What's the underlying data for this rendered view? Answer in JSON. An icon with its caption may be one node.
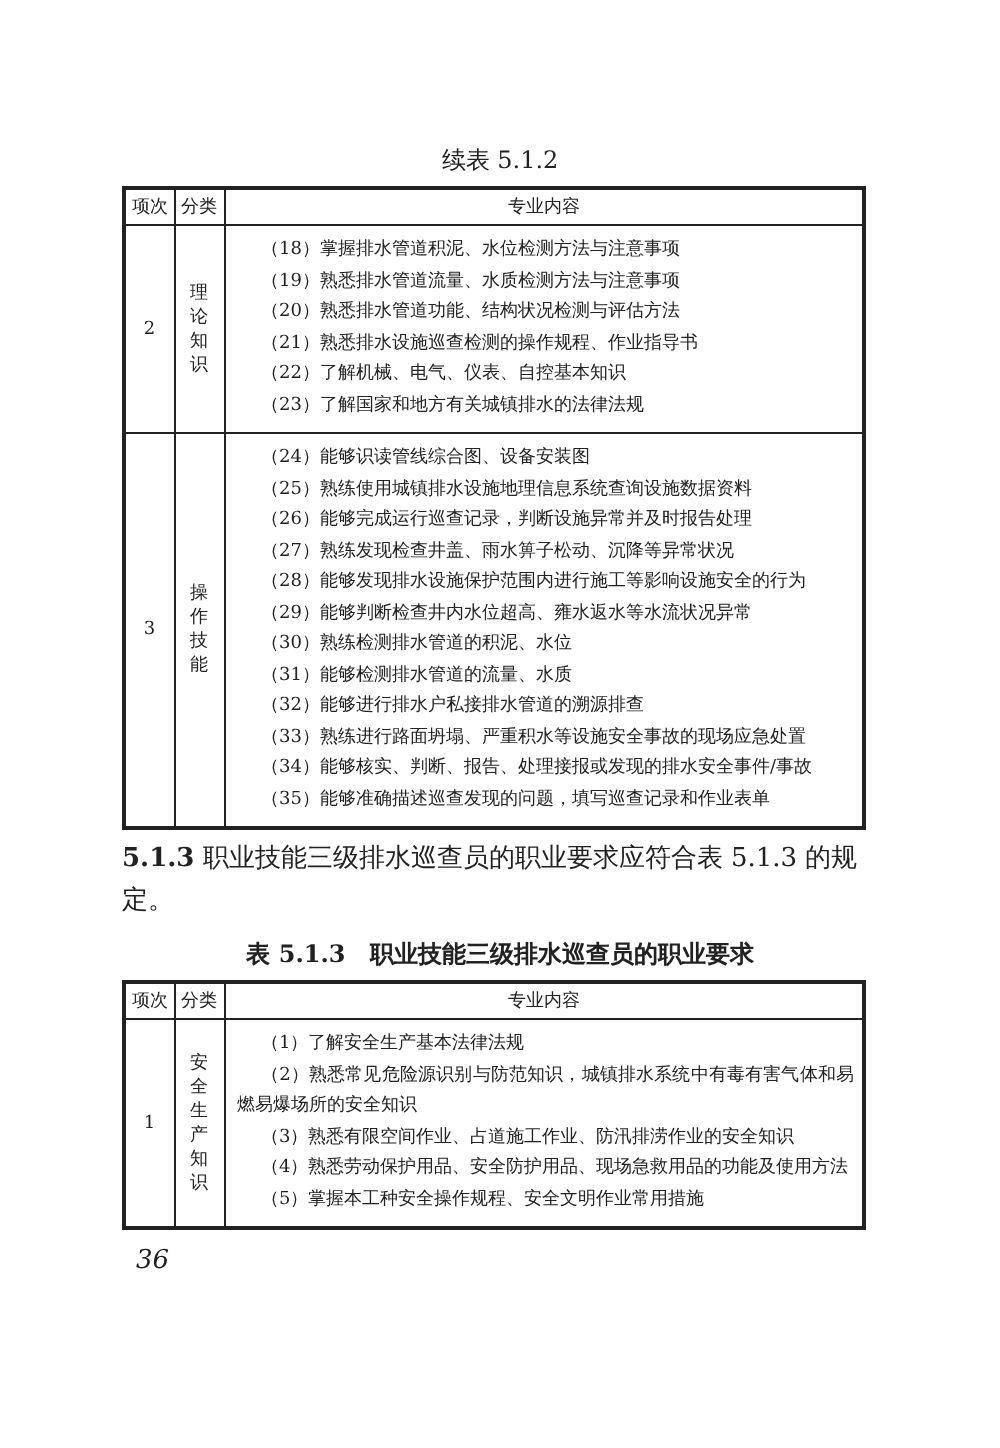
{
  "diagram": {
    "labels": [
      "续表 5.1.2",
      "项次",
      "分类",
      "专业内容",
      "2",
      "理论知识",
      "（18）掌握排水管道积泥、水位检测方法与注意事项",
      "（19）熟悉排水管道流量、水质检测方法与注意事项",
      "（20）熟悉排水管道功能、结构状况检测与评估方法",
      "（21）熟悉排水设施巡查检测的操作规程、作业指导书",
      "（22）了解机械、电气、仪表、自控基本知识",
      "（23）了解国家和地方有关城镇排水的法律法规",
      "3",
      "操作技能",
      "（24）能够识读管线综合图、设备安装图",
      "（25）熟练使用城镇排水设施地理信息系统查询设施数据资料",
      "（26）能够完成运行巡查记录，判断设施异常并及时报告处理",
      "（27）熟练发现检查井盖、雨水箅子松动、沉降等异常状况",
      "（28）能够发现排水设施保护范围内进行施工等影响设施安全的行为",
      "（29）能够判断检查井内水位超高、雍水返水等水流状况异常",
      "（30）熟练检测排水管道的积泥、水位",
      "（31）能够检测排水管道的流量、水质",
      "（32）能够进行排水户私接排水管道的溯源排查",
      "（33）熟练进行路面坍塌、严重积水等设施安全事故的现场应急处置",
      "（34）能够核实、判断、报告、处理接报或发现的排水安全事件/事故",
      "（35）能够准确描述巡查发现的问题，填写巡查记录和作业表单",
      "**5.1.3** 职业技能三级排水巡查员的职业要求应符合表 5.1.3 的规定。",
      "表 5.1.3　职业技能三级排水巡查员的职业要求",
      "项次",
      "分类",
      "专业内容",
      "1",
      "安全生产知识",
      "（1）了解安全生产基本法律法规",
      "（2）熟悉常见危险源识别与防范知识，城镇排水系统中有毒有害气体和易燃易爆场所的安全知识",
      "（3）熟悉有限空间作业、占道施工作业、防汛排涝作业的安全知识",
      "（4）熟悉劳动保护用品、安全防护用品、现场急救用品的功能及使用方法",
      "（5）掌握本工种安全操作规程、安全文明作业常用措施",
      "36"
    ]
  }
}
